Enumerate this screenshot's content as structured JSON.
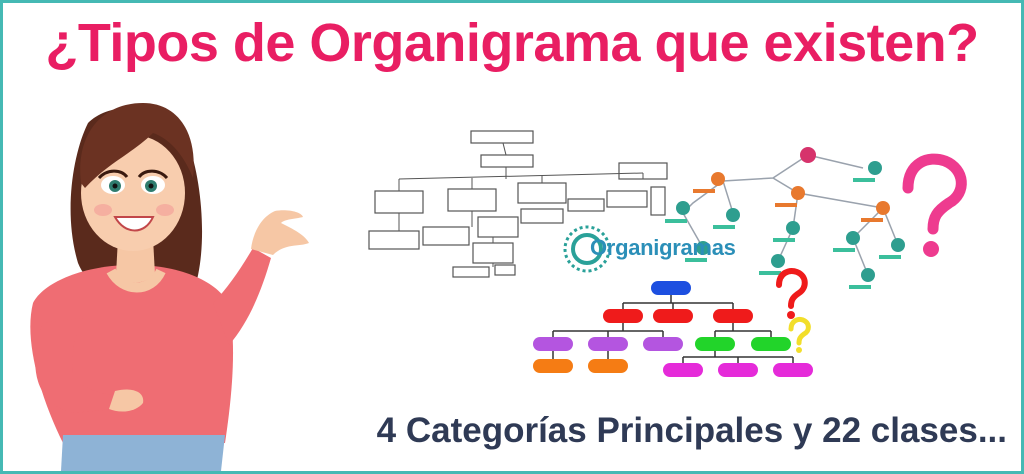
{
  "title": "¿Tipos de Organigrama que existen?",
  "subtitle": "4 Categorías Principales y 22 clases...",
  "logo": {
    "text": "Organigramas"
  },
  "colors": {
    "title": "#e91e63",
    "subtitle": "#2f3a55",
    "border": "#45b9b4",
    "question_mark": "#ee3b8f",
    "chart_blue": "#1d4fe0",
    "chart_red": "#ef1b1b",
    "chart_purple": "#b455e0",
    "chart_green": "#22d42a",
    "chart_orange": "#f57c14",
    "chart_magenta": "#e52bd9"
  },
  "icons": [
    "woman-illustration",
    "hierarchy-chart-sketch",
    "person-network-chart",
    "color-org-chart",
    "question-mark-icon"
  ]
}
